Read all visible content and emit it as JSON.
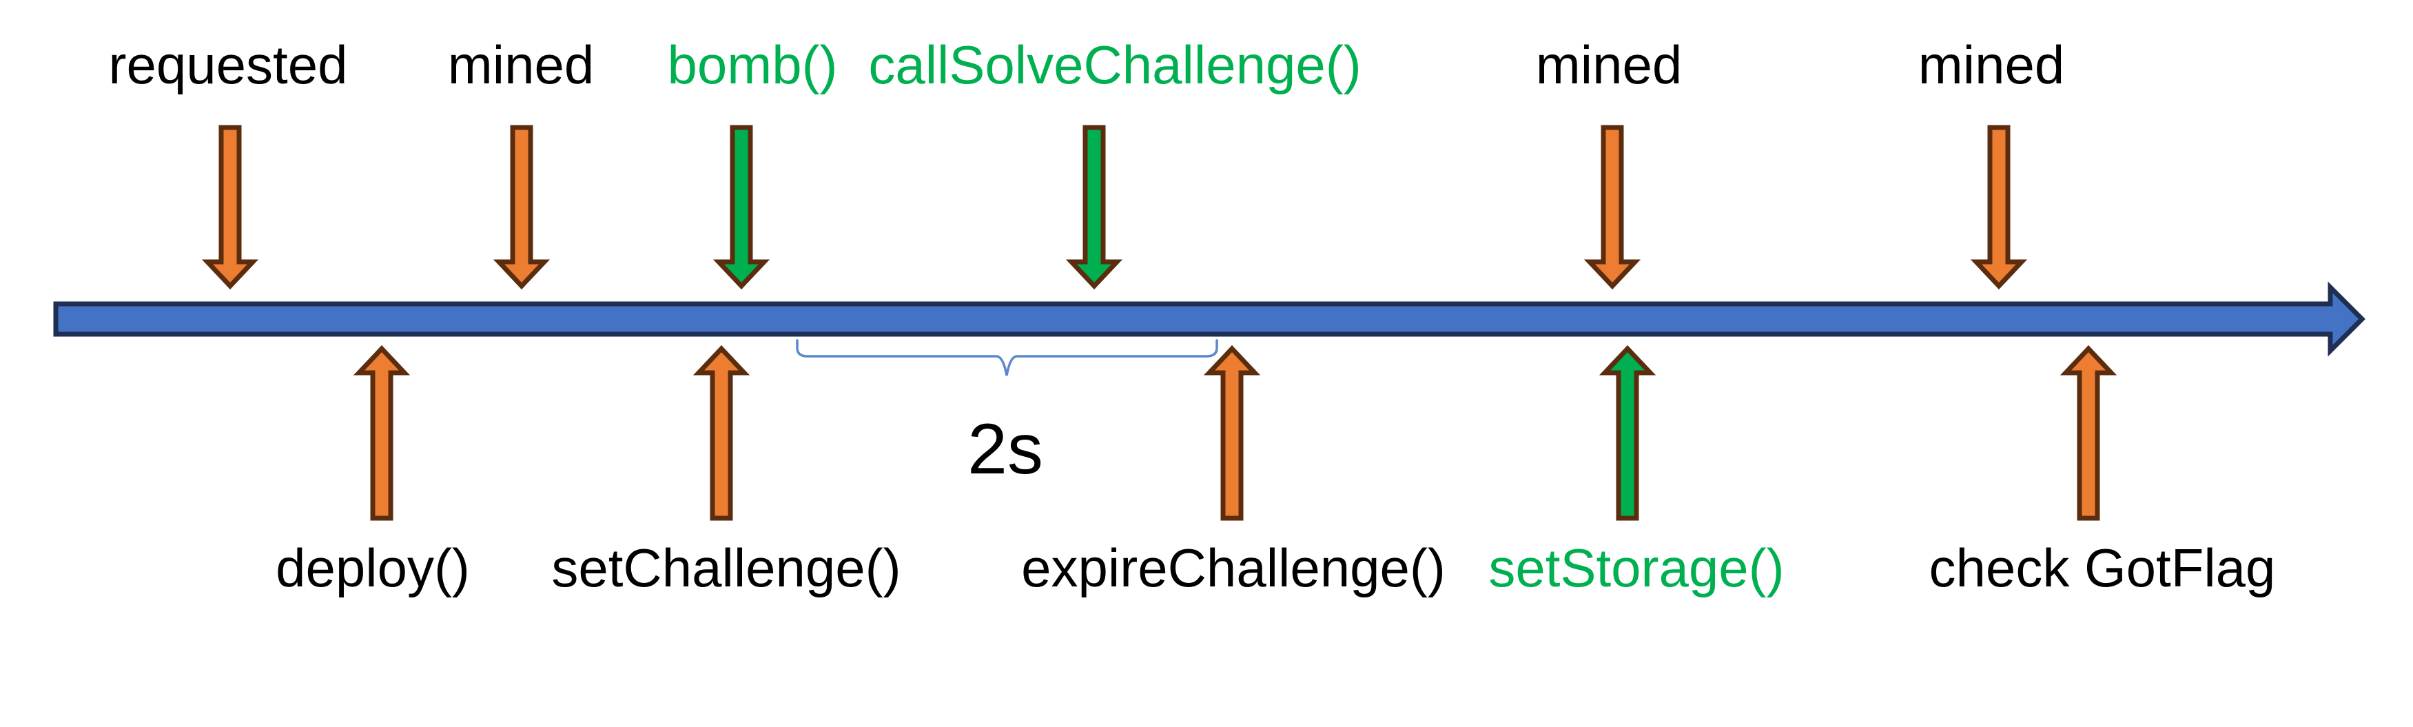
{
  "colors": {
    "orange": "#ED7D31",
    "green": "#00B050",
    "arrow_outline": "#5B2D0E",
    "timeline_fill": "#4472C4",
    "timeline_outline": "#1F2F54",
    "bracket_blue": "#5B87CE",
    "text_black": "#000000"
  },
  "timeline": {
    "type": "horizontal-arrow-timeline",
    "direction": "left-to-right",
    "top_events": [
      {
        "label": "requested",
        "text_color": "black",
        "arrow_color": "orange",
        "arrow_direction": "down"
      },
      {
        "label": "mined",
        "text_color": "black",
        "arrow_color": "orange",
        "arrow_direction": "down"
      },
      {
        "label": "bomb()",
        "text_color": "green",
        "arrow_color": "green",
        "arrow_direction": "down"
      },
      {
        "label": "callSolveChallenge()",
        "text_color": "green",
        "arrow_color": "green",
        "arrow_direction": "down"
      },
      {
        "label": "mined",
        "text_color": "black",
        "arrow_color": "orange",
        "arrow_direction": "down"
      },
      {
        "label": "mined",
        "text_color": "black",
        "arrow_color": "orange",
        "arrow_direction": "down"
      }
    ],
    "bottom_events": [
      {
        "label": "deploy()",
        "text_color": "black",
        "arrow_color": "orange",
        "arrow_direction": "up"
      },
      {
        "label": "setChallenge()",
        "text_color": "black",
        "arrow_color": "orange",
        "arrow_direction": "up"
      },
      {
        "label": "expireChallenge()",
        "text_color": "black",
        "arrow_color": "orange",
        "arrow_direction": "up"
      },
      {
        "label": "setStorage()",
        "text_color": "green",
        "arrow_color": "green",
        "arrow_direction": "up"
      },
      {
        "label": "check GotFlag",
        "text_color": "black",
        "arrow_color": "orange",
        "arrow_direction": "up"
      }
    ],
    "interval": {
      "label": "2s"
    }
  }
}
